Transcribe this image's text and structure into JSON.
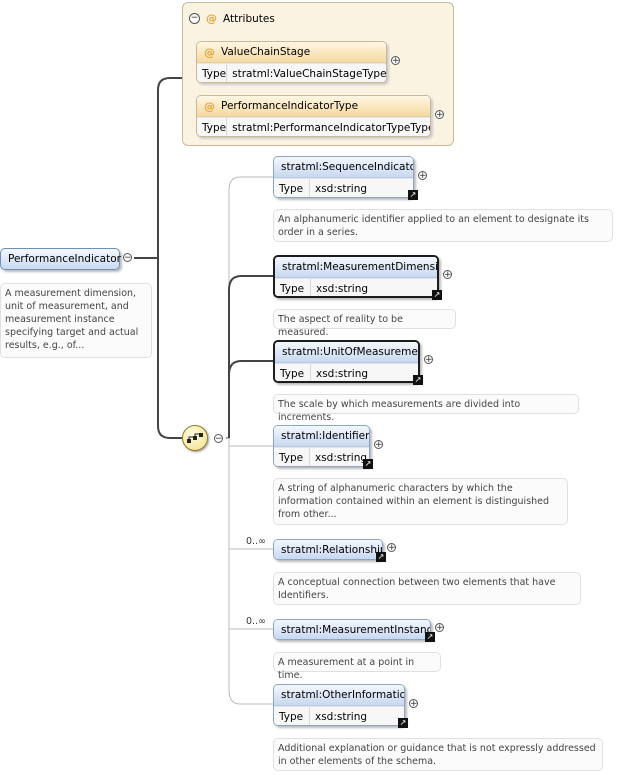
{
  "root": {
    "name": "PerformanceIndicator",
    "doc": "A measurement dimension, unit of measurement, and measurement instance specifying target and actual results, e.g., of..."
  },
  "attributes": {
    "label": "Attributes",
    "items": [
      {
        "name": "ValueChainStage",
        "type_label": "Type",
        "type": "stratml:ValueChainStageType"
      },
      {
        "name": "PerformanceIndicatorType",
        "type_label": "Type",
        "type": "stratml:PerformanceIndicatorTypeType"
      }
    ]
  },
  "sequence": {
    "children": [
      {
        "name": "stratml:SequenceIndicator",
        "type_label": "Type",
        "type": "xsd:string",
        "doc": "An alphanumeric identifier applied to an element to designate its order in a series.",
        "occurs": ""
      },
      {
        "name": "stratml:MeasurementDimension",
        "type_label": "Type",
        "type": "xsd:string",
        "doc": "The aspect of reality to be measured.",
        "occurs": ""
      },
      {
        "name": "stratml:UnitOfMeasurement",
        "type_label": "Type",
        "type": "xsd:string",
        "doc": "The scale by which measurements are divided into increments.",
        "occurs": ""
      },
      {
        "name": "stratml:Identifier",
        "type_label": "Type",
        "type": "xsd:string",
        "doc": "A string of alphanumeric characters by which the information contained within an element is distinguished from other...",
        "occurs": ""
      },
      {
        "name": "stratml:Relationship",
        "type_label": "",
        "type": "",
        "doc": "A conceptual connection between two elements that have Identifiers.",
        "occurs": "0..∞"
      },
      {
        "name": "stratml:MeasurementInstance",
        "type_label": "",
        "type": "",
        "doc": "A measurement at a point in time.",
        "occurs": "0..∞"
      },
      {
        "name": "stratml:OtherInformation",
        "type_label": "Type",
        "type": "xsd:string",
        "doc": "Additional explanation or guidance that is not expressly addressed in other elements of the schema.",
        "occurs": ""
      }
    ]
  },
  "icons": {
    "expand": "+",
    "collapse": "−",
    "reference": "↗",
    "attribute": "@"
  }
}
